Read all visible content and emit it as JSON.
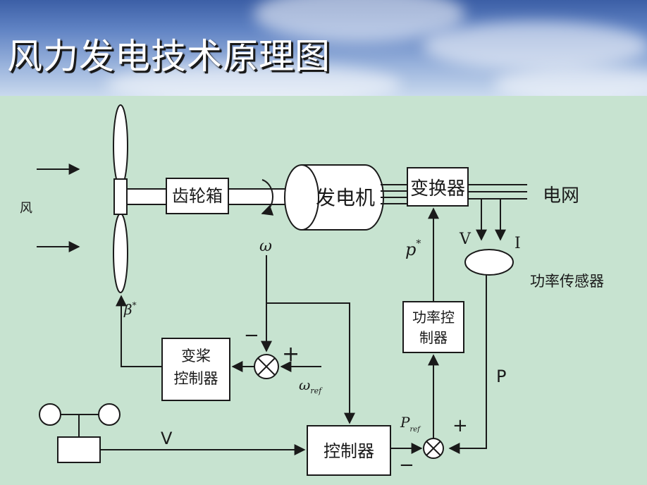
{
  "title": "风力发电技术原理图",
  "diagram": {
    "wind_label": "风",
    "gearbox": "齿轮箱",
    "generator": "发电机",
    "converter": "变换器",
    "grid": "电网",
    "voltage": "V",
    "current": "I",
    "power_sensor": "功率传感器",
    "power_controller": [
      "功率控",
      "制器"
    ],
    "pitch_controller": [
      "变桨",
      "控制器"
    ],
    "controller": "控制器",
    "omega": "ω",
    "omega_ref": "ω",
    "omega_ref_sub": "ref",
    "beta": "β",
    "beta_sup": "*",
    "p_star": "p",
    "p_star_sup": "*",
    "p_ref": "P",
    "p_ref_sub": "ref",
    "power": "P",
    "wind_speed": "V",
    "plus": "+",
    "minus": "−"
  },
  "colors": {
    "background": "#c7e3d0",
    "box_fill": "#ffffff",
    "line": "#1a1a1a",
    "title_text": "#ffffff"
  }
}
